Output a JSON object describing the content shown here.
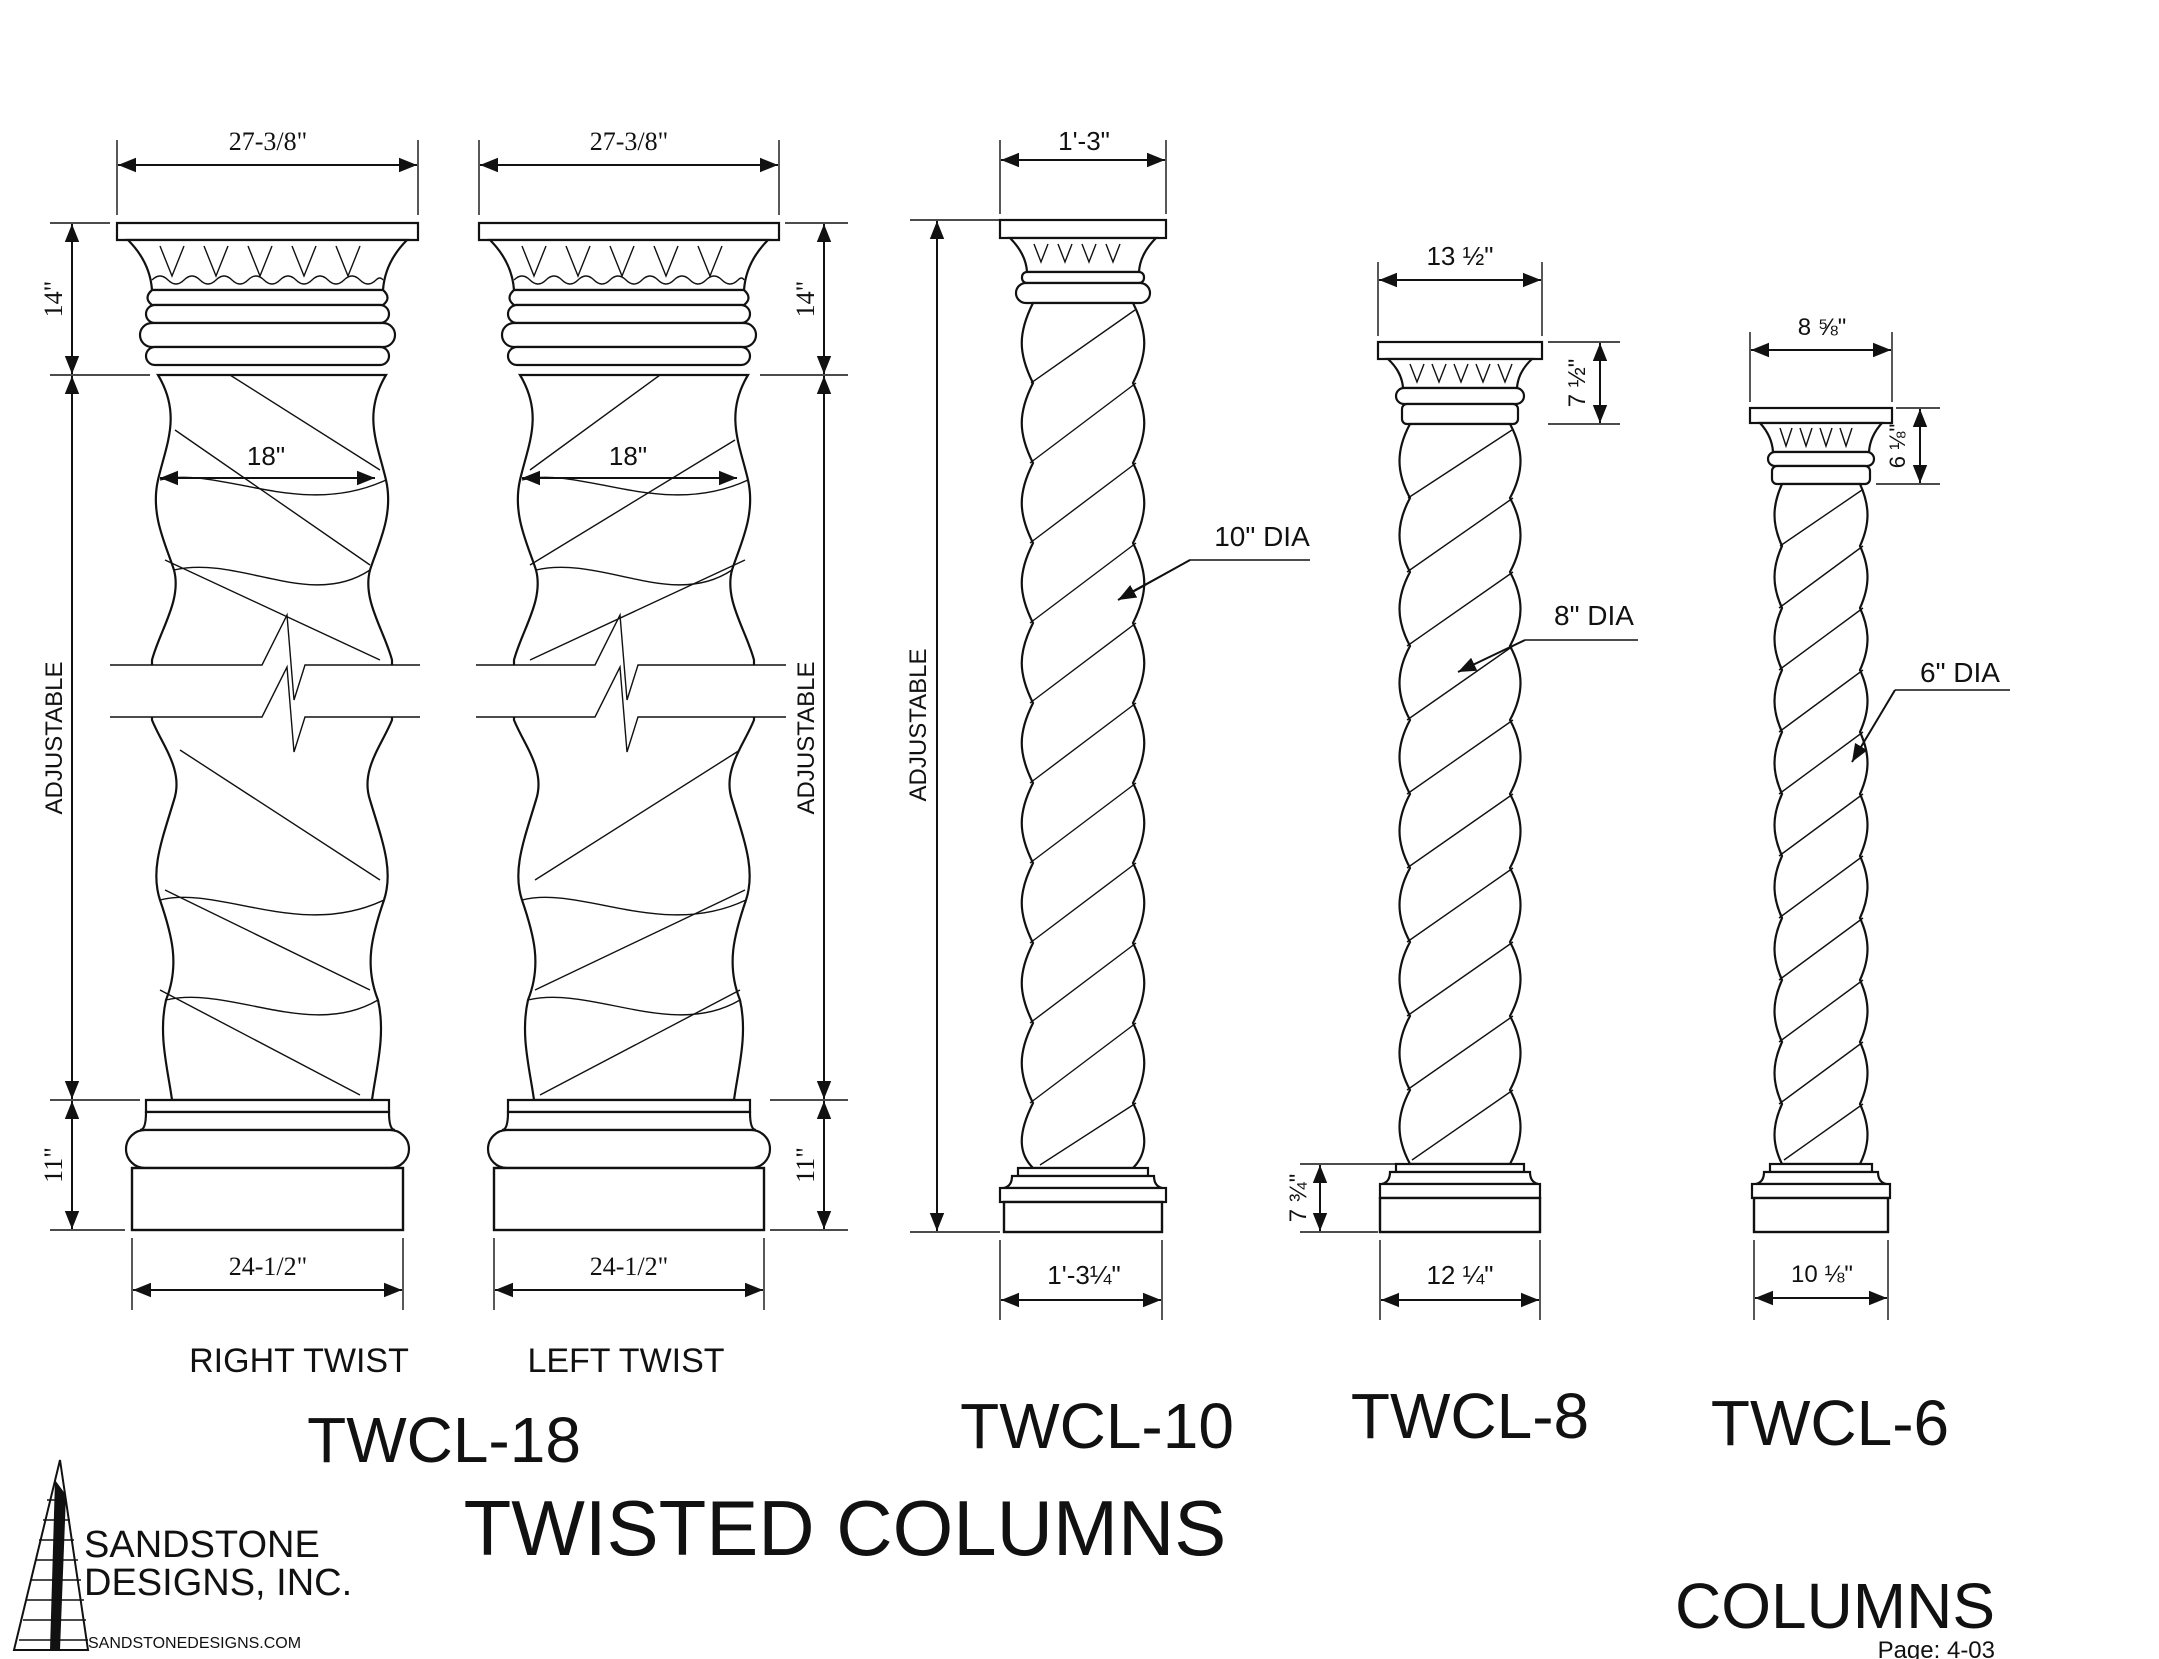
{
  "title": "TWISTED COLUMNS",
  "section": "COLUMNS",
  "page": "Page: 4-03",
  "company": {
    "name_line1": "SANDSTONE",
    "name_line2": "DESIGNS, INC.",
    "website": "SANDSTONEDESIGNS.COM"
  },
  "models": {
    "twcl18": {
      "name": "TWCL-18",
      "variants": [
        "RIGHT TWIST",
        "LEFT TWIST"
      ],
      "capital_width": "27-3/8\"",
      "base_width": "24-1/2\"",
      "shaft_dia": "18\"",
      "capital_height": "14\"",
      "base_height": "11\"",
      "shaft_height": "ADJUSTABLE"
    },
    "twcl10": {
      "name": "TWCL-10",
      "capital_width": "1'-3\"",
      "base_width": "1'-3¼\"",
      "shaft_dia": "10\" DIA",
      "height": "ADJUSTABLE"
    },
    "twcl8": {
      "name": "TWCL-8",
      "capital_width": "13 ½\"",
      "base_width": "12 ¼\"",
      "shaft_dia": "8\" DIA",
      "capital_height": "7 ½\"",
      "base_height": "7 ¾\""
    },
    "twcl6": {
      "name": "TWCL-6",
      "capital_width": "8 ⅝\"",
      "base_width": "10 ⅛\"",
      "shaft_dia": "6\" DIA",
      "capital_height": "6 ⅛\""
    }
  }
}
